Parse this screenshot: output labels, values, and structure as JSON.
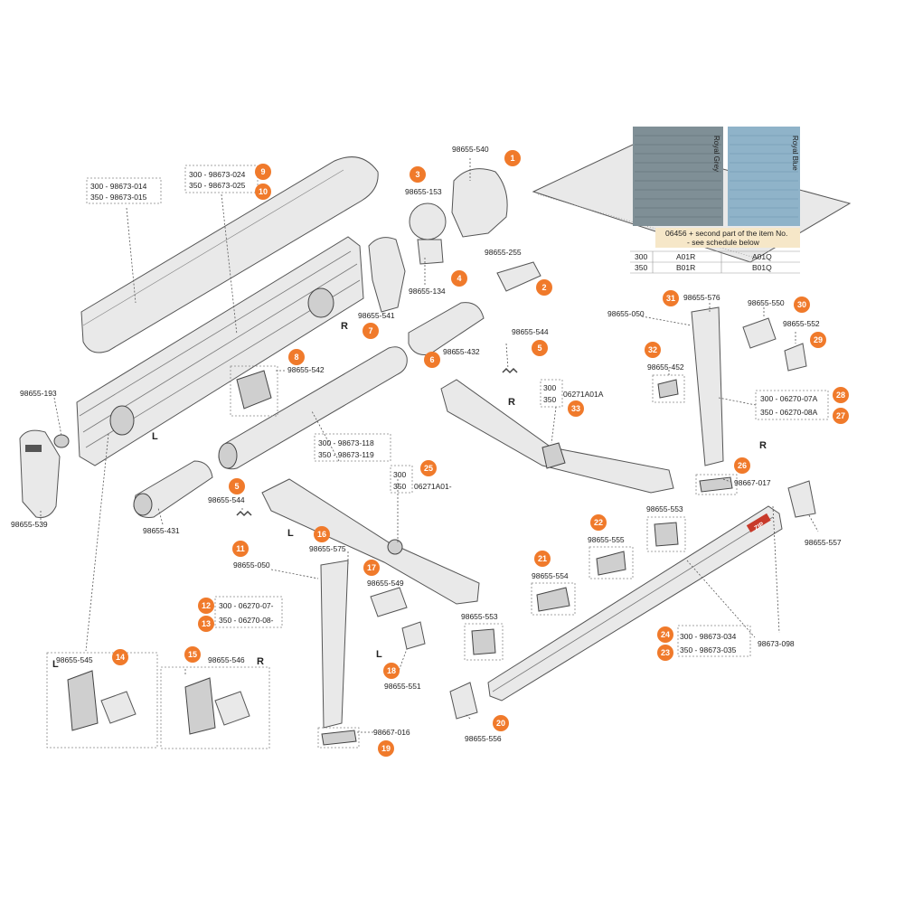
{
  "diagram": {
    "part_labels": [
      {
        "id": "p1",
        "badge": "1",
        "codes": [
          "98655-540"
        ]
      },
      {
        "id": "p2",
        "badge": "2",
        "codes": [
          "98655-255"
        ]
      },
      {
        "id": "p3",
        "badge": "3",
        "codes": [
          "98655-153"
        ]
      },
      {
        "id": "p4",
        "badge": "4",
        "codes": [
          "98655-134"
        ]
      },
      {
        "id": "p5a",
        "badge": "5",
        "codes": [
          "98655-544"
        ]
      },
      {
        "id": "p5b",
        "badge": "5",
        "codes": [
          "98655-544"
        ]
      },
      {
        "id": "p6",
        "badge": "6",
        "codes": [
          "98655-432"
        ]
      },
      {
        "id": "p7",
        "badge": "7",
        "codes": [
          "98655-541"
        ]
      },
      {
        "id": "p8",
        "badge": "8",
        "codes": [
          "98655-542"
        ]
      },
      {
        "id": "p9",
        "badge": "9",
        "codes": [
          "300 - 98673-024"
        ]
      },
      {
        "id": "p10",
        "badge": "10",
        "codes": [
          "350 - 98673-025"
        ]
      },
      {
        "id": "p11",
        "badge": "11",
        "codes": [
          "98655-050"
        ]
      },
      {
        "id": "p12",
        "badge": "12",
        "codes": [
          "300 - 06270-07-"
        ]
      },
      {
        "id": "p13",
        "badge": "13",
        "codes": [
          "350 - 06270-08-"
        ]
      },
      {
        "id": "p14",
        "badge": "14",
        "codes": [
          "98655-545"
        ]
      },
      {
        "id": "p15",
        "badge": "15",
        "codes": [
          "98655-546"
        ]
      },
      {
        "id": "p16",
        "badge": "16",
        "codes": [
          "98655-575"
        ]
      },
      {
        "id": "p17",
        "badge": "17",
        "codes": [
          "98655-549"
        ]
      },
      {
        "id": "p18",
        "badge": "18",
        "codes": [
          "98655-551"
        ]
      },
      {
        "id": "p19",
        "badge": "19",
        "codes": [
          "98667-016"
        ]
      },
      {
        "id": "p20",
        "badge": "20",
        "codes": [
          "98655-556"
        ]
      },
      {
        "id": "p21",
        "badge": "21",
        "codes": [
          "98655-554"
        ]
      },
      {
        "id": "p22",
        "badge": "22",
        "codes": [
          "98655-555"
        ]
      },
      {
        "id": "p23",
        "badge": "23",
        "codes": [
          "350 - 98673-035"
        ]
      },
      {
        "id": "p24",
        "badge": "24",
        "codes": [
          "300 - 98673-034"
        ]
      },
      {
        "id": "p25",
        "badge": "25",
        "codes": [
          "06271A01-"
        ]
      },
      {
        "id": "p26",
        "badge": "26",
        "codes": [
          "98667-017"
        ]
      },
      {
        "id": "p27",
        "badge": "27",
        "codes": [
          "350 - 06270-08A"
        ]
      },
      {
        "id": "p28",
        "badge": "28",
        "codes": [
          "300 - 06270-07A"
        ]
      },
      {
        "id": "p29",
        "badge": "29",
        "codes": [
          "98655-552"
        ]
      },
      {
        "id": "p30",
        "badge": "30",
        "codes": [
          "98655-550"
        ]
      },
      {
        "id": "p31",
        "badge": "31",
        "codes": [
          "98655-576"
        ]
      },
      {
        "id": "p32",
        "badge": "32",
        "codes": [
          "98655-452"
        ]
      },
      {
        "id": "p33",
        "badge": "33",
        "codes": [
          "06271A01A"
        ]
      }
    ],
    "plain_labels": {
      "tube_300": "300 - 98673-014",
      "tube_350": "350 - 98673-015",
      "endcap_193": "98655-193",
      "endcap_539": "98655-539",
      "roller_431": "98655-431",
      "roller_118": "300 - 98673-118",
      "roller_119": "350 - 98673-119",
      "arm_050_right": "98655-050",
      "lead_bar_098": "98673-098",
      "bracket_553_a": "98655-553",
      "bracket_553_b": "98655-553",
      "end_557": "98655-557",
      "size_300": "300",
      "size_350": "350",
      "size_300_b": "300",
      "size_350_b": "350"
    },
    "side_letters": {
      "top_R": "R",
      "mid_L": "L",
      "arm_R": "R",
      "arm_L": "L",
      "leg_R": "R",
      "leg_L": "L",
      "kit_L": "L",
      "kit_R": "R"
    },
    "fabric": {
      "swatch_1": "Royal Grey",
      "swatch_2": "Royal Blue",
      "note_line1": "06456 + second part of the item No.",
      "note_line2": "- see schedule below",
      "table": [
        [
          "300",
          "A01R",
          "A01Q"
        ],
        [
          "350",
          "B01R",
          "B01Q"
        ]
      ]
    },
    "brand_logo": "ZIP",
    "colors": {
      "badge": "#f07a2b",
      "swatch_grey": "#7f8f96",
      "swatch_blue": "#8fb3c9",
      "note_bg": "#f6e7c8"
    }
  }
}
